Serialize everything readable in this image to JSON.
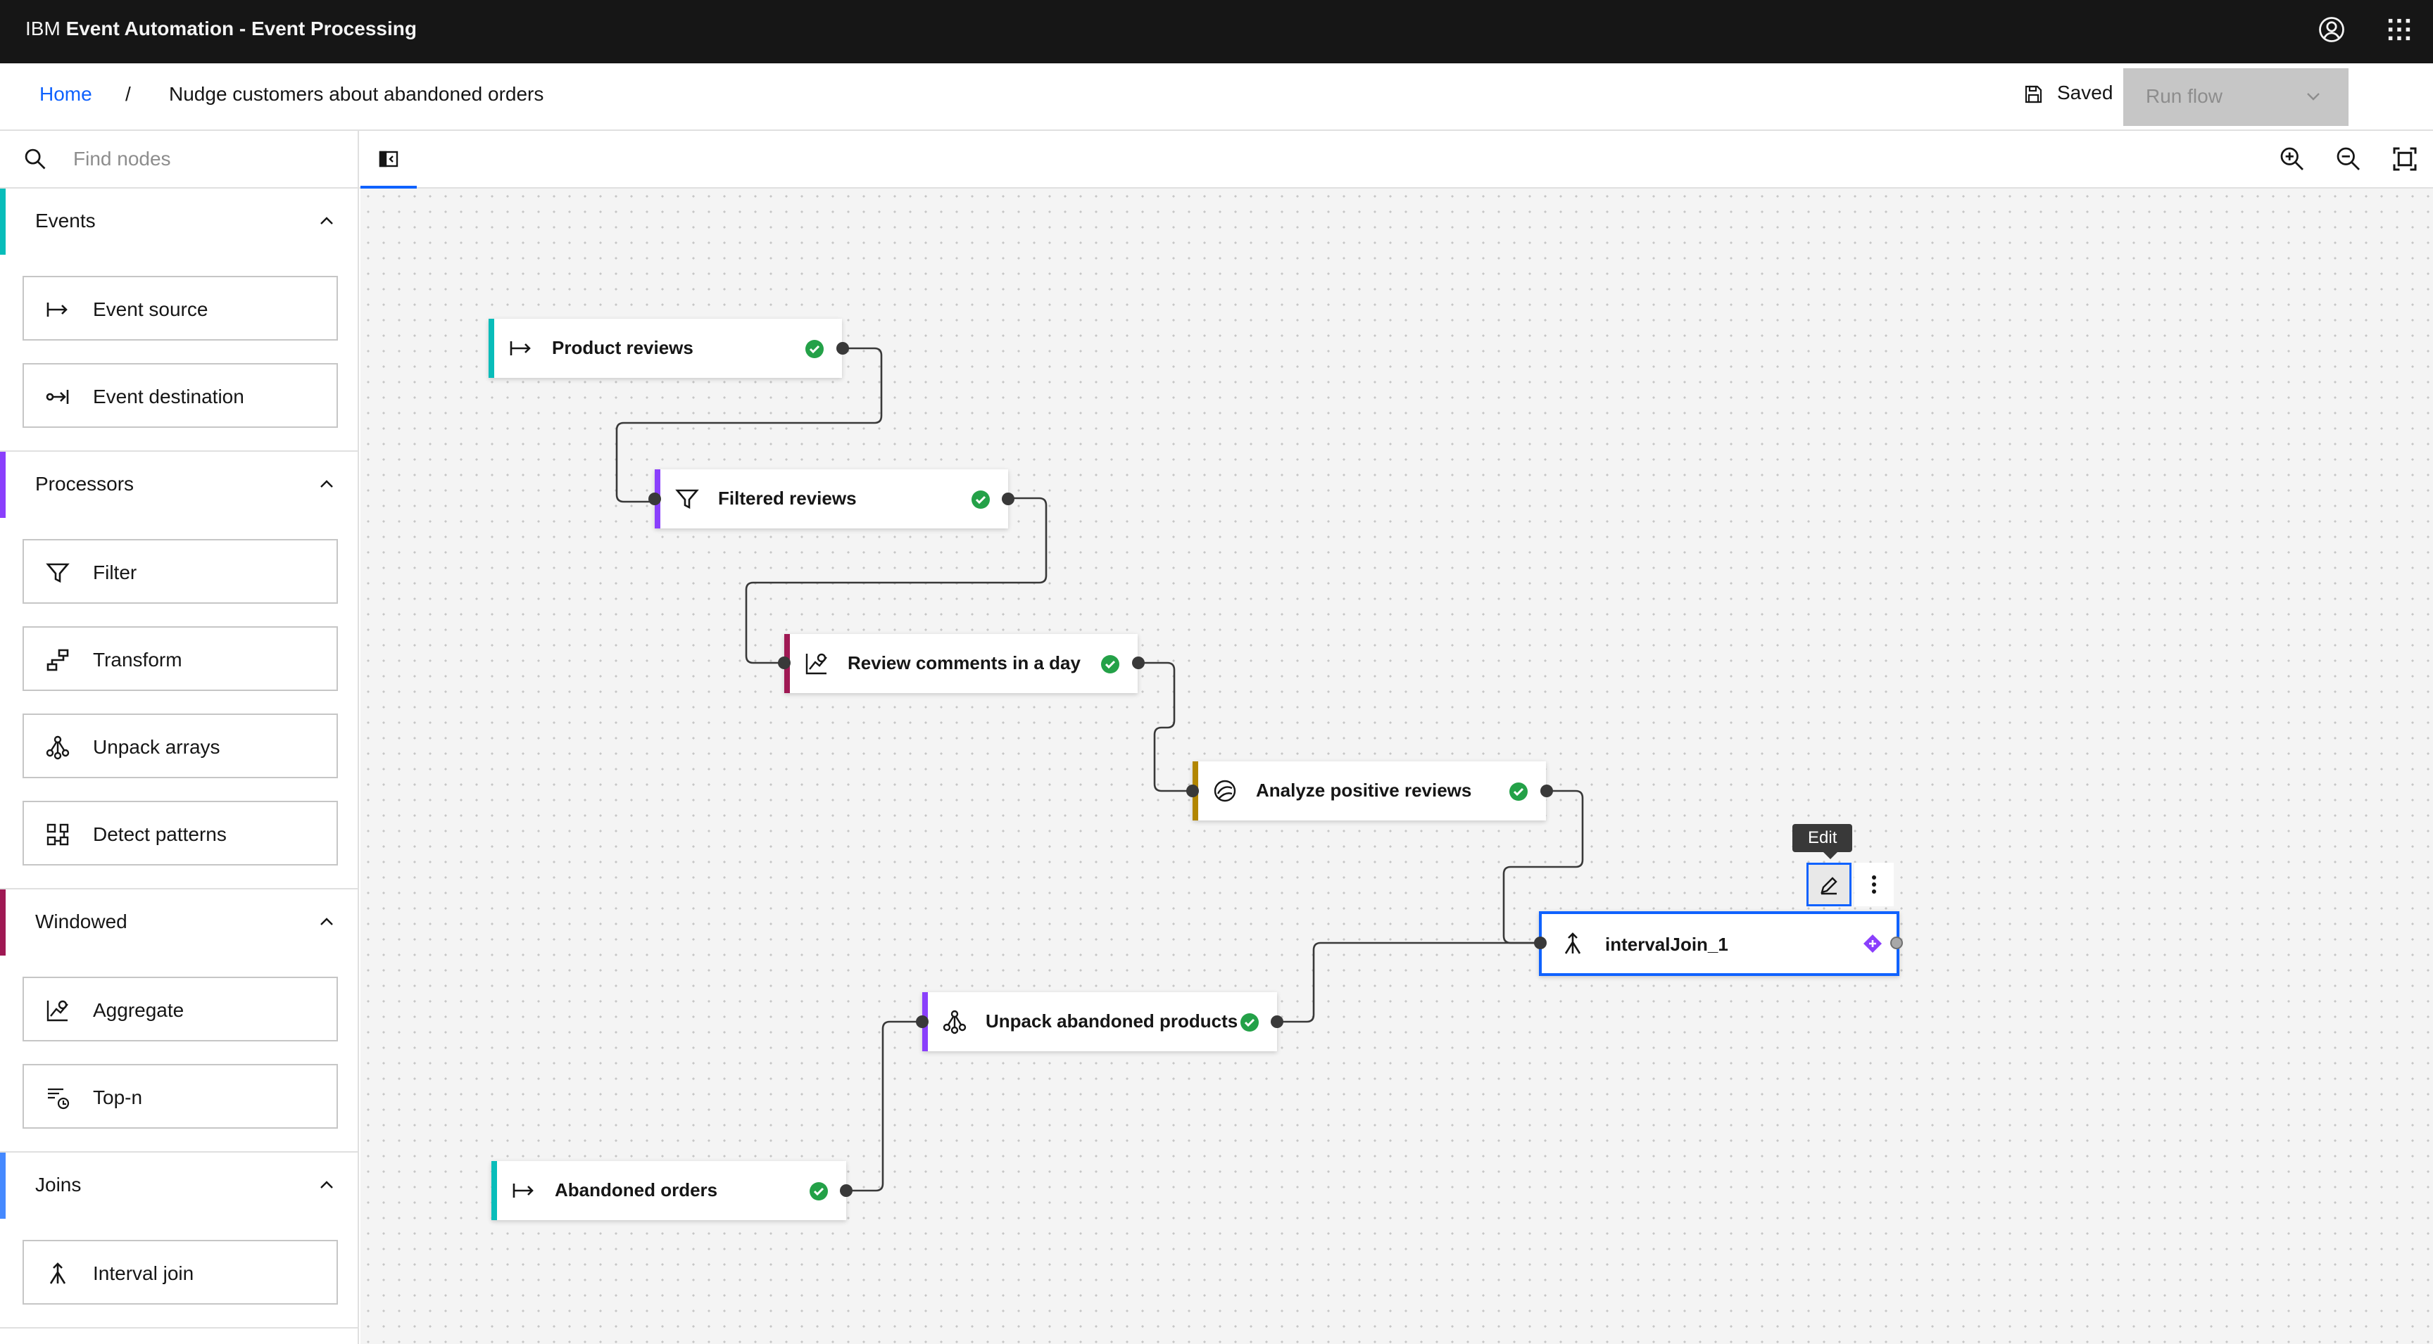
{
  "header": {
    "brand_prefix": "IBM",
    "brand_title": "Event Automation - Event Processing",
    "icons": [
      "user-avatar-icon",
      "app-switcher-icon"
    ]
  },
  "breadcrumb": {
    "home": "Home",
    "separator": "/",
    "page": "Nudge customers about abandoned orders"
  },
  "status": {
    "saved": "Saved"
  },
  "run_flow": {
    "label": "Run flow",
    "disabled": true
  },
  "search": {
    "placeholder": "Find nodes",
    "value": ""
  },
  "palette": {
    "categories": [
      {
        "label": "Events",
        "color": "#08bdba",
        "items": [
          {
            "label": "Event source",
            "icon": "event-source-icon"
          },
          {
            "label": "Event destination",
            "icon": "event-destination-icon"
          }
        ]
      },
      {
        "label": "Processors",
        "color": "#8a3ffc",
        "items": [
          {
            "label": "Filter",
            "icon": "filter-icon"
          },
          {
            "label": "Transform",
            "icon": "transform-icon"
          },
          {
            "label": "Unpack arrays",
            "icon": "unpack-arrays-icon"
          },
          {
            "label": "Detect patterns",
            "icon": "detect-patterns-icon"
          }
        ]
      },
      {
        "label": "Windowed",
        "color": "#9f1853",
        "items": [
          {
            "label": "Aggregate",
            "icon": "aggregate-icon"
          },
          {
            "label": "Top-n",
            "icon": "top-n-icon"
          }
        ]
      },
      {
        "label": "Joins",
        "color": "#4589ff",
        "items": [
          {
            "label": "Interval join",
            "icon": "interval-join-icon"
          }
        ]
      }
    ]
  },
  "canvas": {
    "nodes": [
      {
        "id": "product-reviews",
        "label": "Product reviews",
        "status": "valid",
        "accent": "#08bdba"
      },
      {
        "id": "filtered-reviews",
        "label": "Filtered reviews",
        "status": "valid",
        "accent": "#8a3ffc"
      },
      {
        "id": "review-comments",
        "label": "Review comments in a day",
        "status": "valid",
        "accent": "#9f1853"
      },
      {
        "id": "analyze-positive",
        "label": "Analyze positive reviews",
        "status": "valid",
        "accent": "#b28600"
      },
      {
        "id": "interval-join",
        "label": "intervalJoin_1",
        "status": "needs-configuration",
        "accent": "#0f62fe"
      },
      {
        "id": "unpack-abandoned",
        "label": "Unpack abandoned products",
        "status": "valid",
        "accent": "#8a3ffc"
      },
      {
        "id": "abandoned-orders",
        "label": "Abandoned orders",
        "status": "valid",
        "accent": "#08bdba"
      }
    ],
    "tooltip": "Edit"
  }
}
